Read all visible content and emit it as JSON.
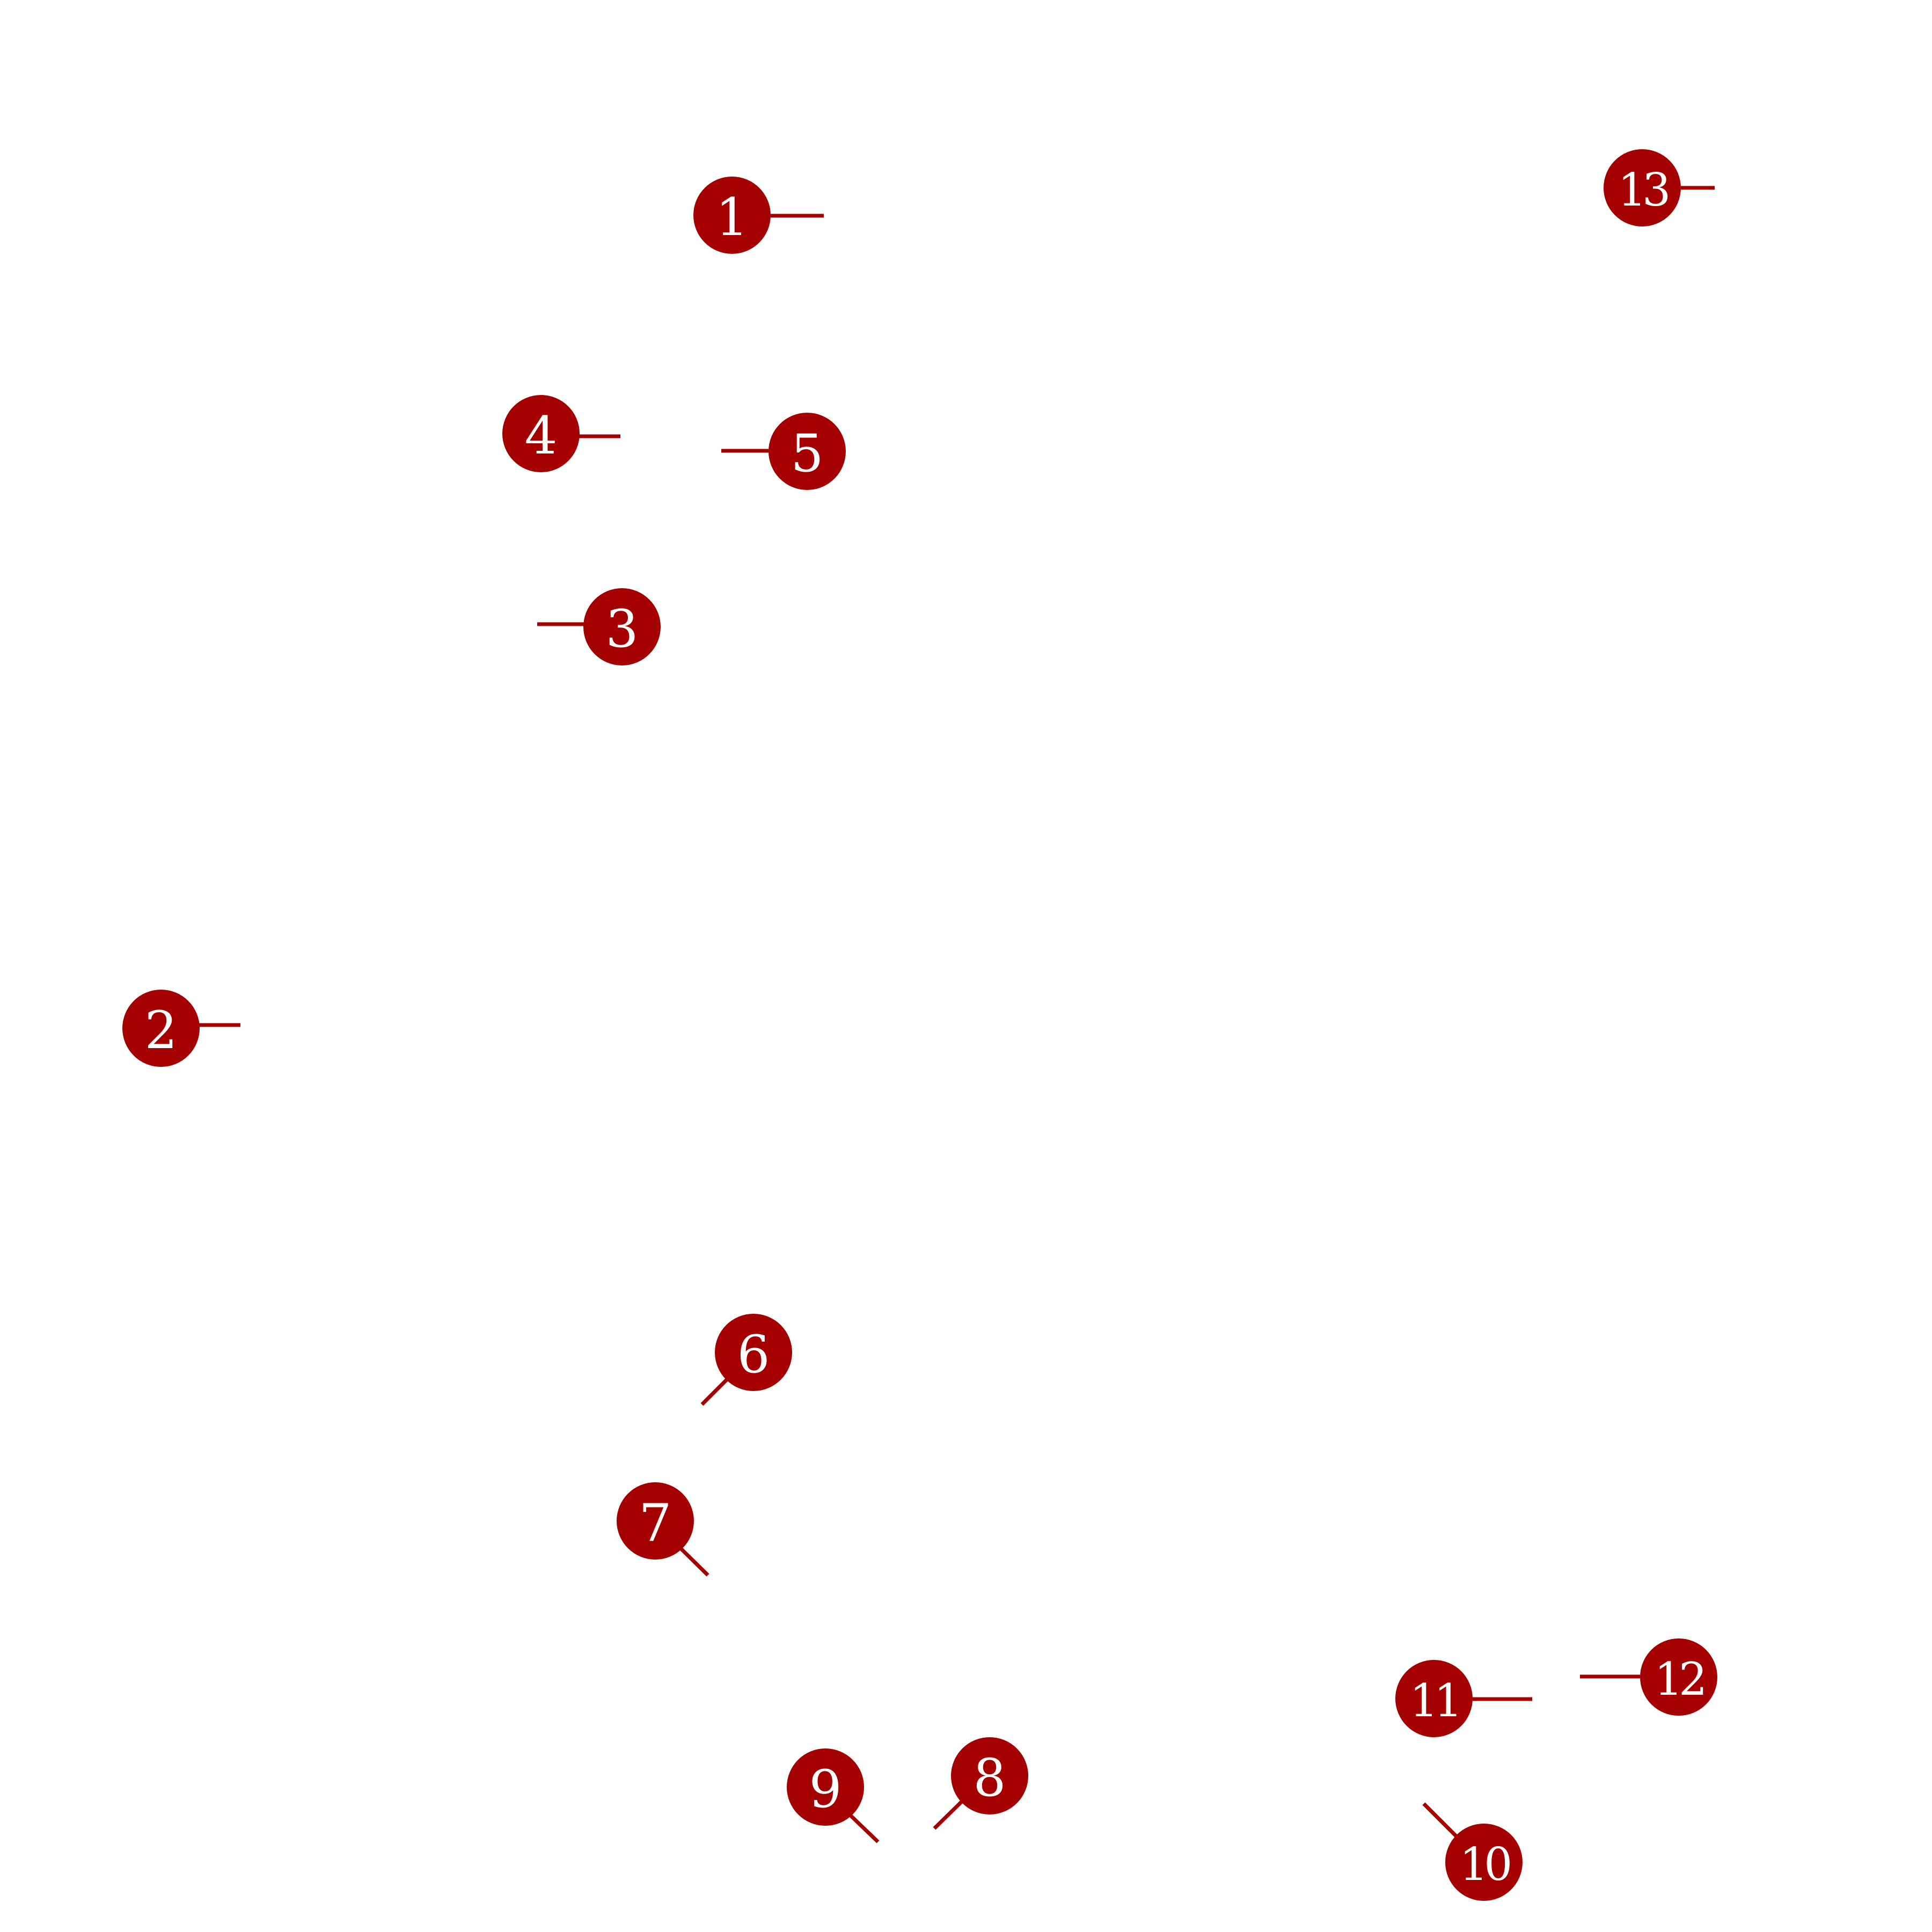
{
  "figure": {
    "marker_color": "#a50000",
    "label_color": "#ffffff",
    "background": "#ffffff",
    "markers": [
      {
        "id": "1",
        "label": "1",
        "leader": "right"
      },
      {
        "id": "2",
        "label": "2",
        "leader": "right"
      },
      {
        "id": "3",
        "label": "3",
        "leader": "left"
      },
      {
        "id": "4",
        "label": "4",
        "leader": "right"
      },
      {
        "id": "5",
        "label": "5",
        "leader": "left"
      },
      {
        "id": "6",
        "label": "6",
        "leader": "down-left"
      },
      {
        "id": "7",
        "label": "7",
        "leader": "down-right"
      },
      {
        "id": "8",
        "label": "8",
        "leader": "down-left"
      },
      {
        "id": "9",
        "label": "9",
        "leader": "down-right"
      },
      {
        "id": "10",
        "label": "10",
        "leader": "up-left"
      },
      {
        "id": "11",
        "label": "11",
        "leader": "right"
      },
      {
        "id": "12",
        "label": "12",
        "leader": "left"
      },
      {
        "id": "13",
        "label": "13",
        "leader": "right"
      }
    ]
  }
}
